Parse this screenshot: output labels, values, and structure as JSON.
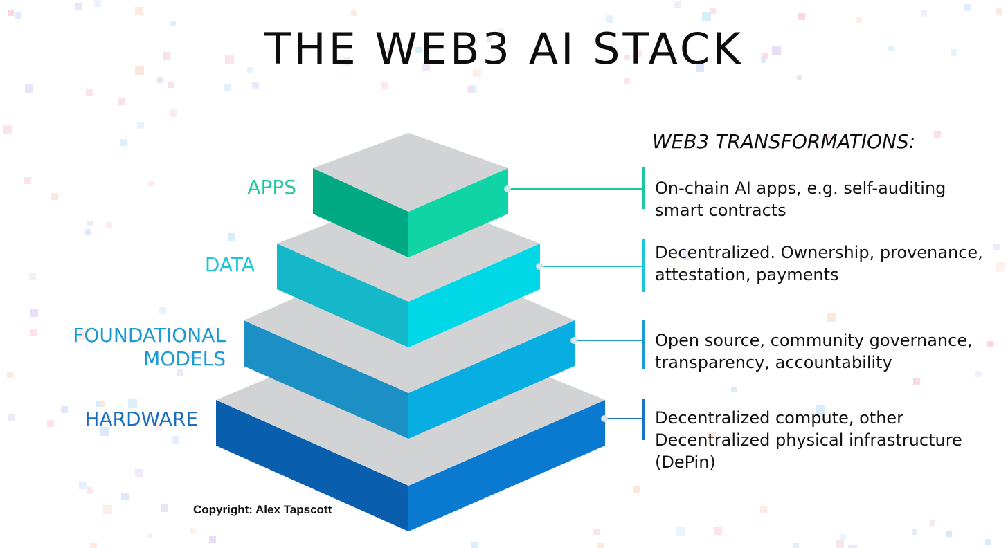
{
  "title": "THE WEB3 AI STACK",
  "transformations_header": "WEB3 TRANSFORMATIONS:",
  "layers": [
    {
      "name": "APPS",
      "transformation": "On-chain AI apps, e.g. self-auditing smart contracts",
      "color_left": "#00a884",
      "color_right": "#10d4a6",
      "label_color": "#1cc8a0",
      "bar_color": "#1cc8a0"
    },
    {
      "name": "DATA",
      "transformation": "Decentralized. Ownership, provenance, attestation, payments",
      "color_left": "#15b8c8",
      "color_right": "#00d8e8",
      "label_color": "#1cc6d6",
      "bar_color": "#1cc6d6"
    },
    {
      "name": "FOUNDATIONAL MODELS",
      "name_line1": "FOUNDATIONAL",
      "name_line2": "MODELS",
      "transformation": "Open source, community governance, transparency, accountability",
      "color_left": "#1c8fc4",
      "color_right": "#08aee2",
      "label_color": "#1c9ad4",
      "bar_color": "#1c9ad4"
    },
    {
      "name": "HARDWARE",
      "transformation": "Decentralized compute, other Decentralized physical infrastructure (DePin)",
      "color_left": "#0a5eae",
      "color_right": "#0a7ad0",
      "label_color": "#1a6ec0",
      "bar_color": "#1a74c4"
    }
  ],
  "top_face_color": "#d1d3d4",
  "copyright": "Copyright: Alex Tapscott"
}
